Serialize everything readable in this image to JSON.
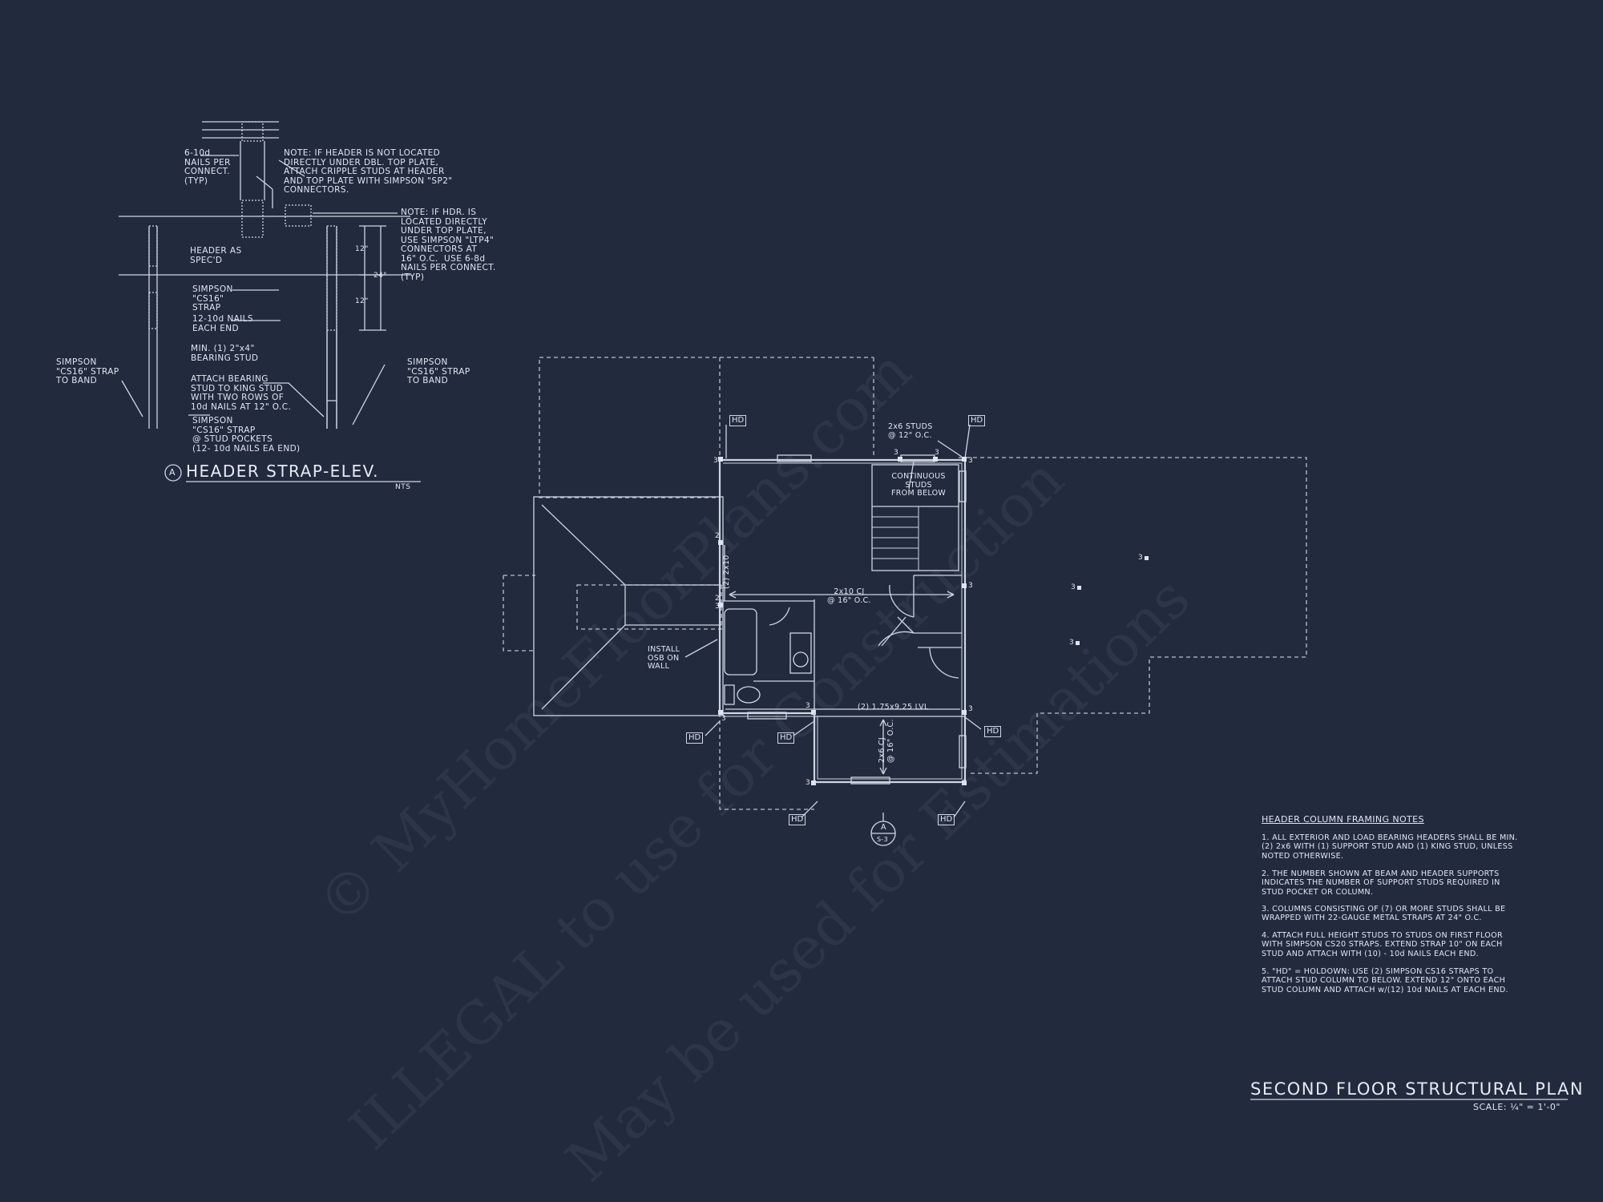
{
  "watermark": {
    "line1": "© MyHomeFloorPlans.com",
    "line2": "ILLEGAL to use for Construction",
    "line3": "May be used for Estimations"
  },
  "detail": {
    "bubble": "A",
    "title": "HEADER STRAP-ELEV.",
    "scale": "NTS",
    "notes": {
      "nails": "6-10d\nNAILS PER\nCONNECT.\n(TYP)",
      "note_header_not_located": "NOTE: IF HEADER IS NOT LOCATED\nDIRECTLY UNDER DBL. TOP PLATE,\nATTACH CRIPPLE STUDS AT HEADER\nAND TOP PLATE WITH SIMPSON \"SP2\"\nCONNECTORS.",
      "note_hdr_located": "NOTE: IF HDR. IS\nLOCATED DIRECTLY\nUNDER TOP PLATE,\nUSE SIMPSON \"LTP4\"\nCONNECTORS AT\n16\" O.C.  USE 6-8d\nNAILS PER CONNECT.\n(TYP)",
      "header_as_specd": "HEADER AS\nSPEC'D",
      "simpson_cs16": "SIMPSON\n\"CS16\"\nSTRAP",
      "nails_each_end": "12-10d NAILS\nEACH END",
      "bearing_stud": "MIN. (1) 2\"x4\"\nBEARING STUD",
      "attach_bearing": "ATTACH BEARING\nSTUD TO KING STUD\nWITH TWO ROWS OF\n10d NAILS AT 12\" O.C.",
      "stud_pockets": "SIMPSON\n\"CS16\" STRAP\n@ STUD POCKETS\n(12- 10d NAILS EA END)",
      "strap_left": "SIMPSON\n\"CS16\" STRAP\nTO BAND",
      "strap_right": "SIMPSON\n\"CS16\" STRAP\nTO BAND",
      "dim_12a": "12\"",
      "dim_24": "24\"",
      "dim_12b": "12\""
    }
  },
  "plan": {
    "labels": {
      "studs_2x6": "2x6 STUDS\n@ 12\" O.C.",
      "continuous": "CONTINUOUS\nSTUDS\nFROM BELOW",
      "cj_2x10": "2x10 CJ\n@ 16\" O.C.",
      "beam_2x10": "(2) 2x10",
      "install_osb": "INSTALL\nOSB ON\nWALL",
      "lvl": "(2) 1.75x9.25 LVL",
      "cj_2x6": "2x6 CJ\n@ 16\" O.C.",
      "section_top": "A",
      "section_bottom": "S-3",
      "hd": "HD",
      "support_3": "3",
      "support_2": "2"
    }
  },
  "header_notes": {
    "title": "HEADER COLUMN FRAMING NOTES",
    "items": [
      "1. ALL EXTERIOR AND LOAD BEARING HEADERS SHALL BE MIN. (2) 2x6 WITH (1) SUPPORT STUD AND (1) KING STUD, UNLESS NOTED OTHERWISE.",
      "2. THE NUMBER SHOWN AT BEAM AND HEADER SUPPORTS INDICATES THE NUMBER OF SUPPORT STUDS REQUIRED IN STUD POCKET OR COLUMN.",
      "3. COLUMNS CONSISTING OF (7) OR MORE STUDS SHALL BE WRAPPED WITH 22-GAUGE METAL STRAPS AT 24\" O.C.",
      "4. ATTACH FULL HEIGHT STUDS TO STUDS ON FIRST FLOOR WITH SIMPSON CS20 STRAPS. EXTEND STRAP 10\" ON EACH STUD AND ATTACH WITH (10) - 10d NAILS EACH END.",
      "5. \"HD\" = HOLDOWN: USE (2) SIMPSON CS16 STRAPS TO ATTACH STUD COLUMN TO BELOW. EXTEND 12\" ONTO EACH STUD COLUMN AND ATTACH w/(12) 10d NAILS AT EACH END."
    ]
  },
  "title_block": {
    "title": "SECOND FLOOR STRUCTURAL PLAN",
    "scale": "SCALE: ¼\" = 1'-0\""
  }
}
